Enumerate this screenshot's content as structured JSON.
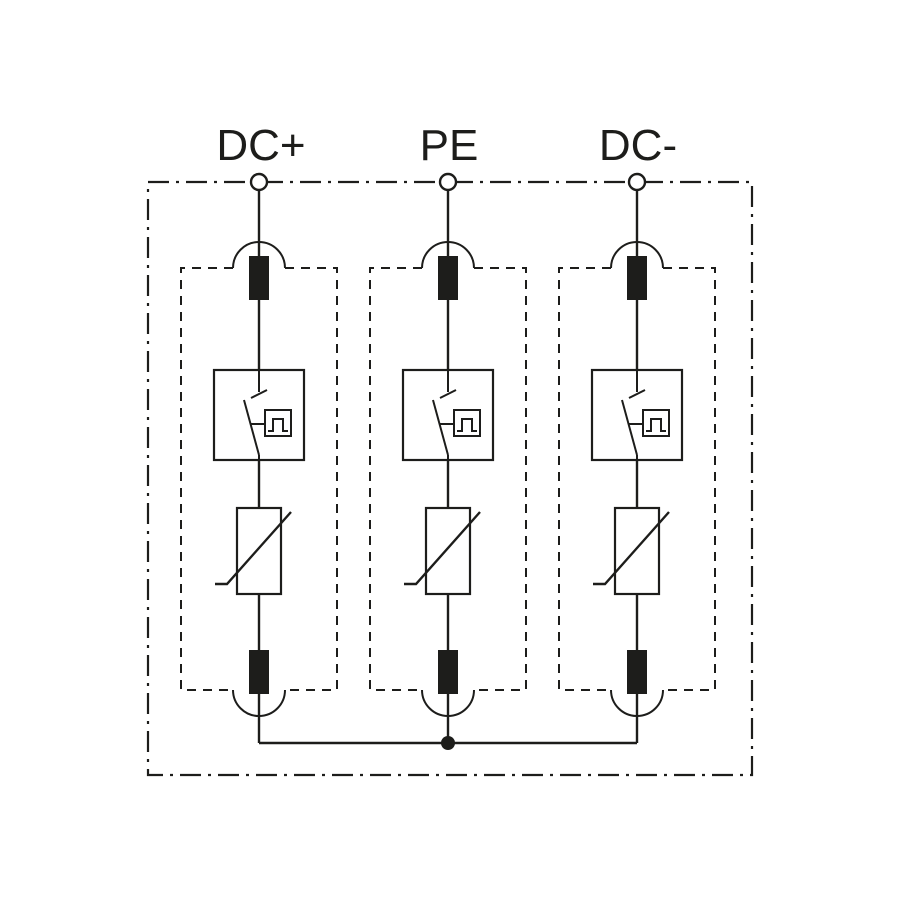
{
  "diagram": {
    "type": "circuit-diagram",
    "description": "Surge protective device basic circuit diagram with three plug-in protection modules",
    "terminals": [
      {
        "id": "dc-plus",
        "label": "DC+"
      },
      {
        "id": "pe",
        "label": "PE"
      },
      {
        "id": "dc-minus",
        "label": "DC-"
      }
    ],
    "modules": [
      {
        "id": "dc-plus",
        "symbols": [
          "plug-contact-top",
          "thermal-disconnector-with-status-indicator",
          "varistor",
          "plug-contact-bottom"
        ]
      },
      {
        "id": "pe",
        "symbols": [
          "plug-contact-top",
          "thermal-disconnector-with-status-indicator",
          "varistor",
          "plug-contact-bottom"
        ]
      },
      {
        "id": "dc-minus",
        "symbols": [
          "plug-contact-top",
          "thermal-disconnector-with-status-indicator",
          "varistor",
          "plug-contact-bottom"
        ]
      }
    ],
    "colors": {
      "line": "#1d1d1b",
      "background": "#ffffff"
    }
  }
}
